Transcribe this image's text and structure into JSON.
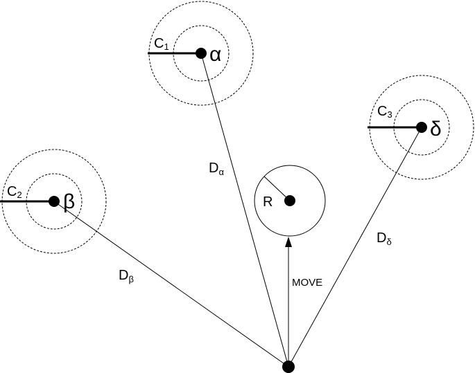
{
  "targets": {
    "alpha": {
      "symbol": "α",
      "c_label": "C",
      "c_sub": "1",
      "d_label": "D",
      "d_sub": "α"
    },
    "beta": {
      "symbol": "β",
      "c_label": "C",
      "c_sub": "2",
      "d_label": "D",
      "d_sub": "β"
    },
    "delta": {
      "symbol": "δ",
      "c_label": "C",
      "c_sub": "3",
      "d_label": "D",
      "d_sub": "δ"
    }
  },
  "robot": {
    "label": "R"
  },
  "move": {
    "label": "MOVE"
  }
}
